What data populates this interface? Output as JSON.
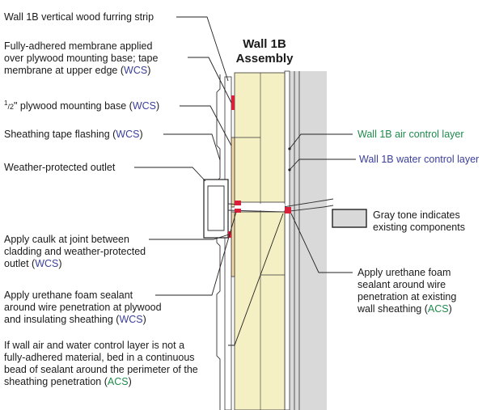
{
  "title": {
    "line1": "Wall 1B",
    "line2": "Assembly"
  },
  "labels": {
    "furring": "Wall 1B vertical wood furring strip",
    "membrane_l1": "Fully-adhered membrane applied",
    "membrane_l2": "over plywood mounting base; tape",
    "membrane_l3_pre": "membrane at upper edge (",
    "membrane_l3_code": "WCS",
    "membrane_l3_post": ")",
    "plywood_sup": "1",
    "plywood_sub": "/2",
    "plywood_pre": "\" plywood mounting base (",
    "plywood_code": "WCS",
    "plywood_post": ")",
    "sheathing_pre": "Sheathing tape flashing (",
    "sheathing_code": "WCS",
    "sheathing_post": ")",
    "outlet": "Weather-protected outlet",
    "caulk_l1": "Apply caulk at joint between",
    "caulk_l2": "cladding and weather-protected",
    "caulk_l3_pre": "outlet (",
    "caulk_l3_code": "WCS",
    "caulk_l3_post": ")",
    "foam1_l1": "Apply urethane foam sealant",
    "foam1_l2": "around wire penetration at plywood",
    "foam1_l3_pre": "and insulating sheathing (",
    "foam1_l3_code": "WCS",
    "foam1_l3_post": ")",
    "bead_l1": "If wall air and water control layer is not a",
    "bead_l2": "fully-adhered material, bed in a continuous",
    "bead_l3": "bead of sealant around the perimeter of the",
    "bead_l4_pre": "sheathing penetration (",
    "bead_l4_code": "ACS",
    "bead_l4_post": ")",
    "air": "Wall 1B air control layer",
    "water": "Wall 1B water control layer",
    "gray_l1": "Gray tone indicates",
    "gray_l2": "existing components",
    "foam2_l1": "Apply urethane foam",
    "foam2_l2": "sealant around wire",
    "foam2_l3": "penetration at existing",
    "foam2_l4_pre": "wall sheathing (",
    "foam2_l4_code": "ACS",
    "foam2_l4_post": ")"
  },
  "colors": {
    "insulation": "#f5f0c4",
    "existing_gray": "#d9d9d9",
    "sealant_red": "#d9203a",
    "wcs_blue": "#3b3f9a",
    "acs_green": "#1f8a4c"
  }
}
